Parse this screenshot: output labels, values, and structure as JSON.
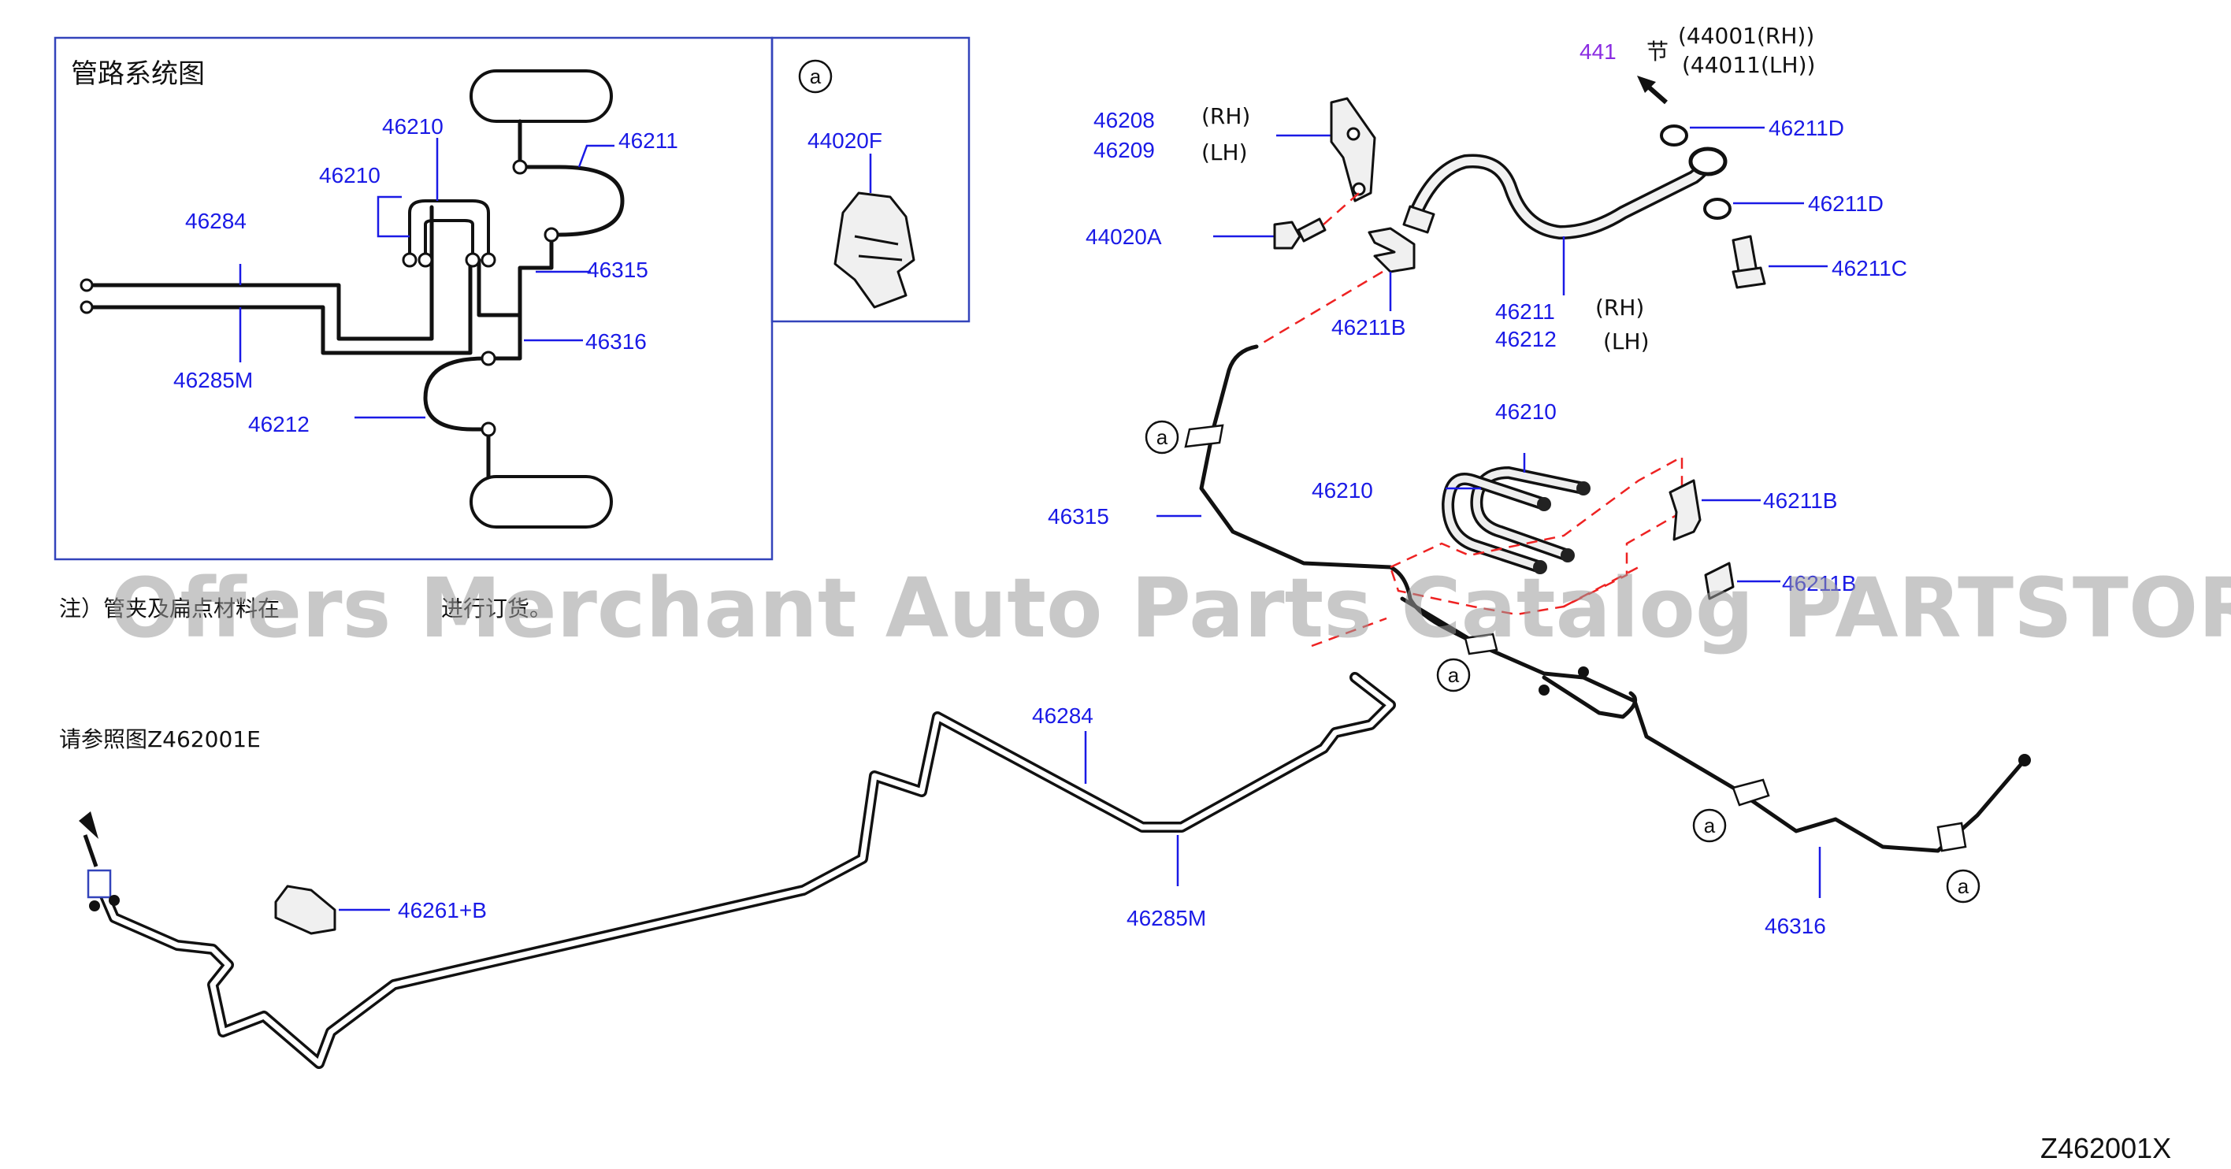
{
  "inset": {
    "title": "管路系统图",
    "labels": [
      "46210",
      "46210",
      "46211",
      "46284",
      "46315",
      "46316",
      "46285M",
      "46212"
    ]
  },
  "clip_box": {
    "circle": "a",
    "part": "44020F"
  },
  "top_parts": {
    "bracket": "46208",
    "bracket_rh": "(RH)",
    "bracket_alt": "46209",
    "bracket_lh": "(LH)",
    "bolt": "44020A",
    "hose_top": "441",
    "hose_top_char": "节",
    "hose_rh": "(44001(RH))",
    "hose_lh": "(44011(LH))",
    "washer_1": "46211D",
    "washer_2": "46211D",
    "bolt_2": "46211C",
    "clip": "46211B",
    "hose": "46211",
    "hose_rh_tag": "(RH)",
    "hose_alt": "46212",
    "hose_lh_tag": "(LH)"
  },
  "mid_parts": {
    "loop_1": "46210",
    "loop_2": "46210",
    "clip_1": "46211B",
    "clip_2": "46211B",
    "tube_l": "46315",
    "circle_a": "a"
  },
  "bottom_parts": {
    "note": "注）管夹及扁点材料在",
    "note_tail": "进行订货。",
    "ref": "请参照图Z462001E",
    "main_upper": "46284",
    "main_lower": "46285M",
    "grommet": "46261+B",
    "rear_tube": "46316",
    "circle_a": "a"
  },
  "figure_code": "Z462001X",
  "watermark": "Offers Merchant Auto Parts Catalog PARTSTORE.SA"
}
